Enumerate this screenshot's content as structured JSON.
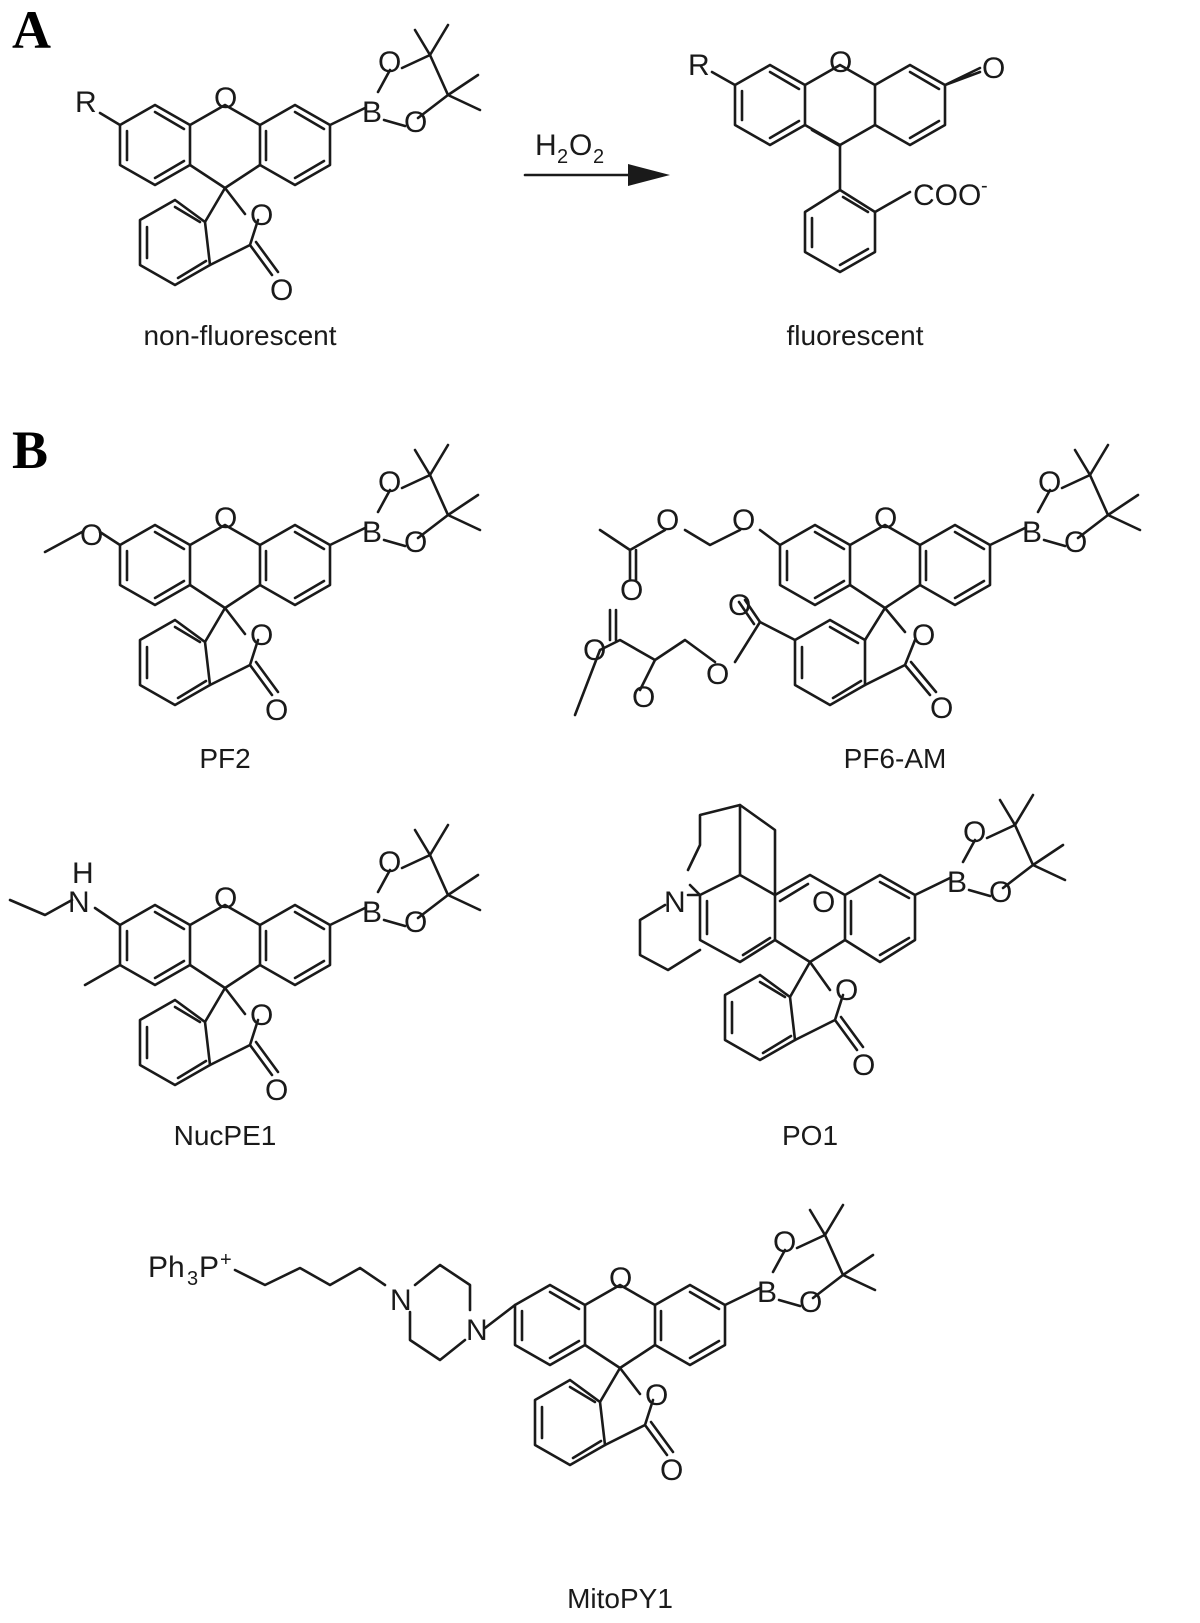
{
  "panels": {
    "a": "A",
    "b": "B"
  },
  "reaction": {
    "reagent": "H",
    "reagent_sub1": "2",
    "reagent_mid": "O",
    "reagent_sub2": "2",
    "reactant_label": "non-fluorescent",
    "product_label": "fluorescent",
    "group_r": "R",
    "carboxylate": "COO",
    "charge_minus": "-"
  },
  "atoms": {
    "oxygen": "O",
    "boron": "B",
    "nitrogen": "N",
    "hydrogen": "H"
  },
  "probes": {
    "pf2": "PF2",
    "pf6am": "PF6-AM",
    "nucpe1": "NucPE1",
    "po1": "PO1",
    "mitopy1": "MitoPY1",
    "ph3p": "Ph",
    "ph3p_sub": "3",
    "ph3p_rest": "P",
    "ph3p_charge": "+"
  }
}
